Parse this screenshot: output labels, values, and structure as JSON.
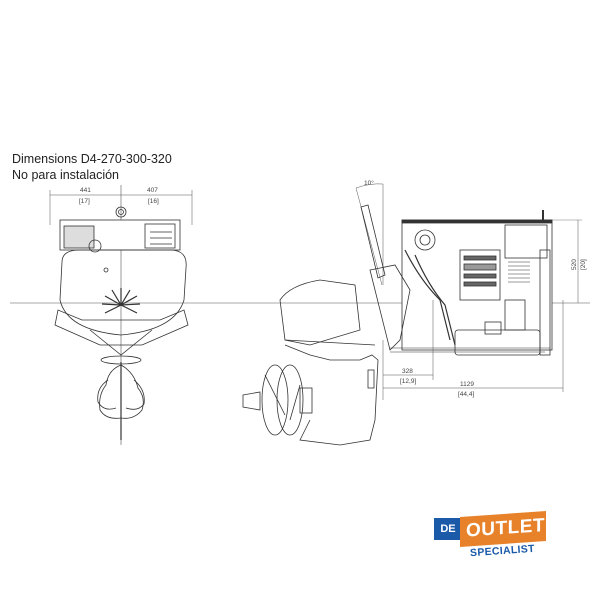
{
  "title": {
    "line1": "Dimensions D4-270-300-320",
    "line2": "No para instalación"
  },
  "front_view": {
    "dim_left": {
      "mm": "441",
      "in": "[17]"
    },
    "dim_right": {
      "mm": "407",
      "in": "[16]"
    }
  },
  "side_view": {
    "tilt_angle": "10°",
    "dim_height": {
      "mm": "520",
      "in": "[20]"
    },
    "dim_short": {
      "mm": "328",
      "in": "[12,9]"
    },
    "dim_long": {
      "mm": "1129",
      "in": "[44,4]"
    }
  },
  "logo": {
    "de": "DE",
    "outlet": "OUTLET",
    "specialist": "SPECIALIST",
    "colors": {
      "blue": "#1a5aa8",
      "orange": "#e8822a"
    }
  }
}
